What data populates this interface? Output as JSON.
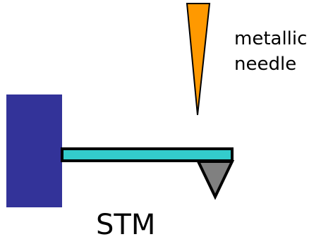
{
  "needle_label": {
    "line1": "metallic",
    "line2": "needle"
  },
  "title": "STM",
  "colors": {
    "base_block": "#333399",
    "cantilever": "#33cccc",
    "tip": "#808080",
    "needle": "#ff9900",
    "outline": "#000000"
  }
}
